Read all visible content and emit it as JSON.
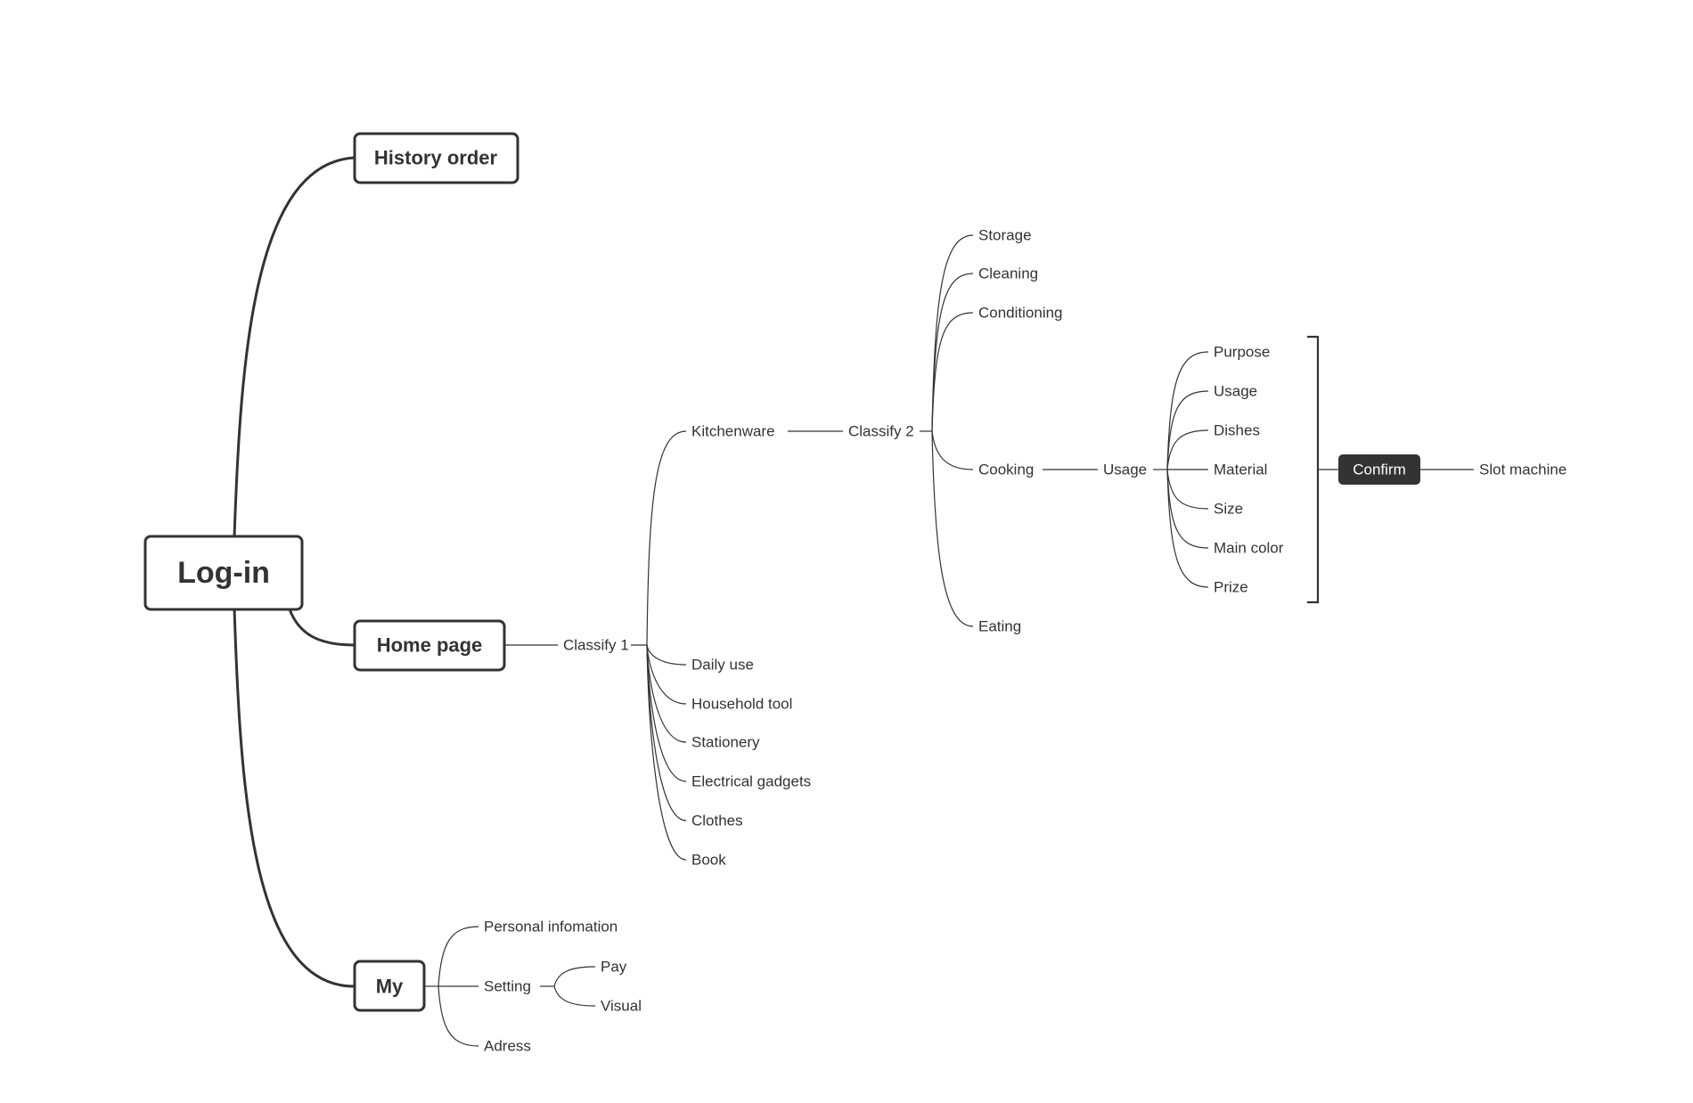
{
  "root": {
    "label": "Log-in"
  },
  "branches": {
    "history": {
      "label": "History order"
    },
    "home": {
      "label": "Home page"
    },
    "my": {
      "label": "My"
    }
  },
  "classify1": {
    "label": "Classify 1",
    "children": [
      "Kitchenware",
      "Daily use",
      "Household tool",
      "Stationery",
      "Electrical gadgets",
      "Clothes",
      "Book"
    ]
  },
  "classify2": {
    "label": "Classify 2",
    "children": [
      "Storage",
      "Cleaning",
      "Conditioning",
      "Cooking",
      "Eating"
    ]
  },
  "usage": {
    "label": "Usage",
    "children": [
      "Purpose",
      "Usage",
      "Dishes",
      "Material",
      "Size",
      "Main color",
      "Prize"
    ]
  },
  "confirm": {
    "label": "Confirm",
    "next": "Slot machine",
    "fill_color": "#333333"
  },
  "my": {
    "children": [
      "Personal infomation",
      "Setting",
      "Adress"
    ],
    "setting_children": [
      "Pay",
      "Visual"
    ]
  },
  "colors": {
    "line": "#333333",
    "text": "#333333",
    "background": "#ffffff"
  }
}
